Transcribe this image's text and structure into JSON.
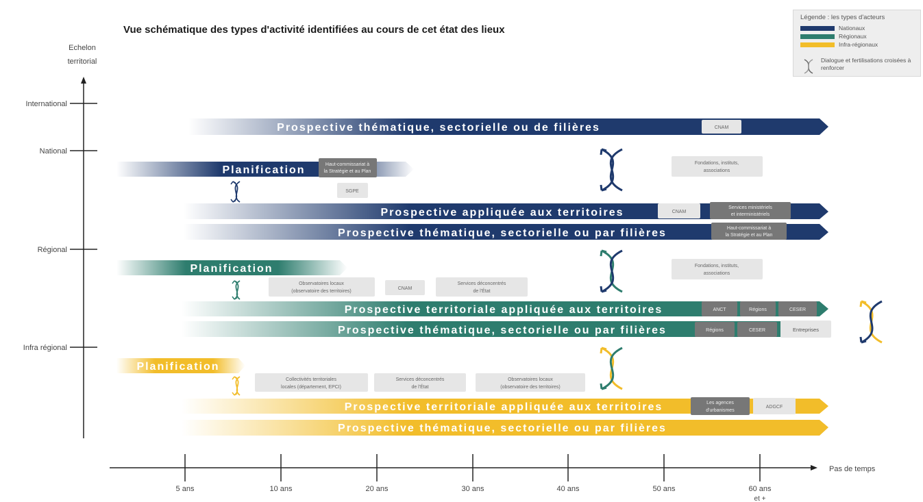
{
  "title": "Vue schématique des types d'activité identifiées au cours de cet état des lieux",
  "legend": {
    "title": "Légende : les types d'acteurs",
    "items": [
      {
        "label": "Nationaux",
        "color": "#1f3a6d"
      },
      {
        "label": "Régionaux",
        "color": "#2e7d6e"
      },
      {
        "label": "Infra-régionaux",
        "color": "#f2bd2a"
      }
    ],
    "dialogue_note": "Dialogue et fertilisations croisées à renforcer"
  },
  "y_axis": {
    "title_line1": "Echelon",
    "title_line2": "territorial",
    "levels": [
      "International",
      "National",
      "Régional",
      "Infra régional"
    ]
  },
  "x_axis": {
    "title": "Pas de temps",
    "ticks": [
      "5 ans",
      "10 ans",
      "20 ans",
      "30 ans",
      "40 ans",
      "50 ans",
      "60 ans"
    ],
    "last_tick_suffix": "et +"
  },
  "bands": [
    {
      "id": "nat-them",
      "label": "Prospective thématique, sectorielle ou de filières",
      "level": "national"
    },
    {
      "id": "nat-plan",
      "label": "Planification",
      "level": "national"
    },
    {
      "id": "nat-terr",
      "label": "Prospective appliquée aux territoires",
      "level": "national"
    },
    {
      "id": "nat-them2",
      "label": "Prospective thématique, sectorielle ou par filières",
      "level": "national"
    },
    {
      "id": "reg-plan",
      "label": "Planification",
      "level": "regional"
    },
    {
      "id": "reg-terr",
      "label": "Prospective territoriale appliquée aux territoires",
      "level": "regional"
    },
    {
      "id": "reg-them",
      "label": "Prospective thématique, sectorielle ou par filières",
      "level": "regional"
    },
    {
      "id": "inf-plan",
      "label": "Planification",
      "level": "infra"
    },
    {
      "id": "inf-terr",
      "label": "Prospective territoriale appliquée aux territoires",
      "level": "infra"
    },
    {
      "id": "inf-them",
      "label": "Prospective thématique, sectorielle ou par filières",
      "level": "infra"
    }
  ],
  "tags": [
    {
      "id": "t1",
      "lines": [
        "CNAM"
      ]
    },
    {
      "id": "t2",
      "lines": [
        "Haut-commissariat à",
        "la Stratégie et au Plan"
      ]
    },
    {
      "id": "t3",
      "lines": [
        "SGPE"
      ]
    },
    {
      "id": "t4",
      "lines": [
        "Fondations, instituts,",
        "associations"
      ]
    },
    {
      "id": "t5",
      "lines": [
        "CNAM"
      ]
    },
    {
      "id": "t6",
      "lines": [
        "Services ministériels",
        "et interministériels"
      ]
    },
    {
      "id": "t7",
      "lines": [
        "Haut-commissariat à",
        "la Stratégie et au Plan"
      ]
    },
    {
      "id": "t8",
      "lines": [
        "Fondations, instituts,",
        "associations"
      ]
    },
    {
      "id": "t9",
      "lines": [
        "Observatoires locaux",
        "(observatoire des territoires)"
      ]
    },
    {
      "id": "t10",
      "lines": [
        "CNAM"
      ]
    },
    {
      "id": "t11",
      "lines": [
        "Services déconcentrés",
        "de l'État"
      ]
    },
    {
      "id": "t12",
      "lines": [
        "ANCT"
      ]
    },
    {
      "id": "t13",
      "lines": [
        "Régions"
      ]
    },
    {
      "id": "t14",
      "lines": [
        "CESER"
      ]
    },
    {
      "id": "t15",
      "lines": [
        "Régions"
      ]
    },
    {
      "id": "t16",
      "lines": [
        "CESER"
      ]
    },
    {
      "id": "t17",
      "lines": [
        "Entreprises"
      ]
    },
    {
      "id": "t18",
      "lines": [
        "Collectivités territoriales",
        "locales (département, EPCI)"
      ]
    },
    {
      "id": "t19",
      "lines": [
        "Services déconcentrés",
        "de l'État"
      ]
    },
    {
      "id": "t20",
      "lines": [
        "Observatoires locaux",
        "(observatoire des territoires)"
      ]
    },
    {
      "id": "t21",
      "lines": [
        "Les agences",
        "d'urbanismes"
      ]
    },
    {
      "id": "t22",
      "lines": [
        "ADGCF"
      ]
    }
  ],
  "colors": {
    "national": "#1f3a6d",
    "regional": "#2e7d6e",
    "infra": "#f2bd2a",
    "tag_light": "#e6e6e6",
    "tag_dark": "#777777"
  }
}
